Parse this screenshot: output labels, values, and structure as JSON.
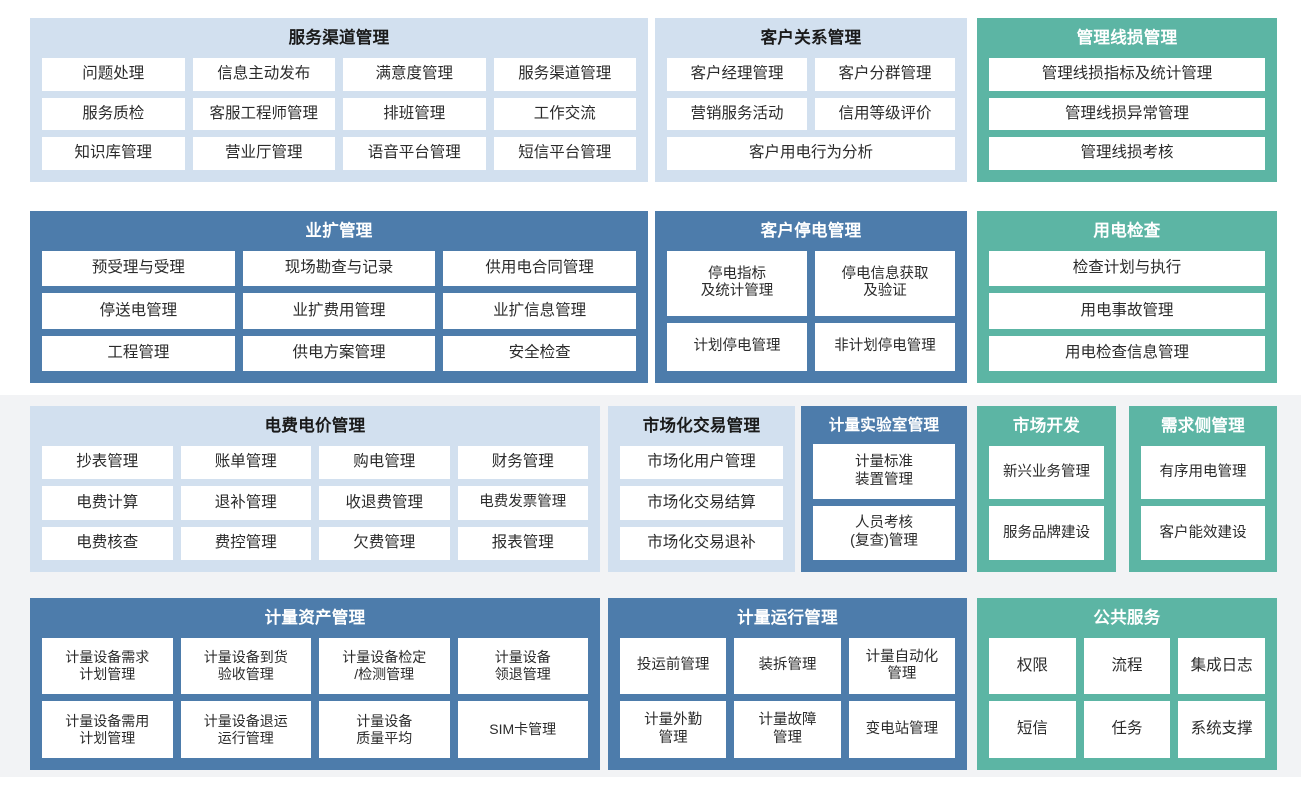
{
  "theme": {
    "page_background": "#ffffff",
    "band_background": "#f2f3f5",
    "panel_light_blue": "#d2e0ef",
    "panel_dark_blue": "#4d7cab",
    "panel_teal": "#5cb5a4",
    "cell_background": "#ffffff",
    "cell_text": "#2b2b2b",
    "title_dark_text": "#1a1a1a",
    "title_light_text": "#ffffff"
  },
  "rows": [
    {
      "name": "row-1",
      "panels": [
        {
          "id": "service-channel-management",
          "title": "服务渠道管理",
          "style": "blue-light",
          "columns": 4,
          "cells": [
            "问题处理",
            "信息主动发布",
            "满意度管理",
            "服务渠道管理",
            "服务质检",
            "客服工程师管理",
            "排班管理",
            "工作交流",
            "知识库管理",
            "营业厅管理",
            "语音平台管理",
            "短信平台管理"
          ]
        },
        {
          "id": "customer-relationship-management",
          "title": "客户关系管理",
          "style": "blue-light",
          "columns": 2,
          "cells": [
            "客户经理管理",
            "客户分群管理",
            "营销服务活动",
            "信用等级评价",
            "客户用电行为分析"
          ]
        },
        {
          "id": "management-line-loss-management",
          "title": "管理线损管理",
          "style": "teal",
          "columns": 1,
          "cells": [
            "管理线损指标及统计管理",
            "管理线损异常管理",
            "管理线损考核"
          ]
        }
      ]
    },
    {
      "name": "row-2",
      "panels": [
        {
          "id": "business-expansion-management",
          "title": "业扩管理",
          "style": "blue-dark",
          "columns": 3,
          "cells": [
            "预受理与受理",
            "现场勘查与记录",
            "供用电合同管理",
            "停送电管理",
            "业扩费用管理",
            "业扩信息管理",
            "工程管理",
            "供电方案管理",
            "安全检查"
          ]
        },
        {
          "id": "customer-outage-management",
          "title": "客户停电管理",
          "style": "blue-dark",
          "columns": 2,
          "cells": [
            "停电指标\n及统计管理",
            "停电信息获取\n及验证",
            "计划停电管理",
            "非计划停电管理"
          ]
        },
        {
          "id": "electricity-usage-inspection",
          "title": "用电检查",
          "style": "teal",
          "columns": 1,
          "cells": [
            "检查计划与执行",
            "用电事故管理",
            "用电检查信息管理"
          ]
        }
      ]
    },
    {
      "name": "row-3",
      "panels": [
        {
          "id": "electricity-fee-price-management",
          "title": "电费电价管理",
          "style": "blue-light",
          "columns": 4,
          "cells": [
            "抄表管理",
            "账单管理",
            "购电管理",
            "财务管理",
            "电费计算",
            "退补管理",
            "收退费管理",
            "电费发票管理",
            "电费核查",
            "费控管理",
            "欠费管理",
            "报表管理"
          ]
        },
        {
          "id": "market-trading-management",
          "title": "市场化交易管理",
          "style": "blue-light",
          "columns": 1,
          "cells": [
            "市场化用户管理",
            "市场化交易结算",
            "市场化交易退补"
          ]
        },
        {
          "id": "metering-laboratory-management",
          "title": "计量实验室管理",
          "style": "blue-dark",
          "columns": 1,
          "cells": [
            "计量标准\n装置管理",
            "人员考核\n(复查)管理"
          ]
        },
        {
          "id": "market-development",
          "title": "市场开发",
          "style": "teal",
          "columns": 1,
          "cells": [
            "新兴业务管理",
            "服务品牌建设"
          ]
        },
        {
          "id": "demand-side-management",
          "title": "需求侧管理",
          "style": "teal",
          "columns": 1,
          "cells": [
            "有序用电管理",
            "客户能效建设"
          ]
        }
      ]
    },
    {
      "name": "row-4",
      "panels": [
        {
          "id": "metering-asset-management",
          "title": "计量资产管理",
          "style": "blue-dark",
          "columns": 4,
          "cells": [
            "计量设备需求\n计划管理",
            "计量设备到货\n验收管理",
            "计量设备检定\n/检测管理",
            "计量设备\n领退管理",
            "计量设备需用\n计划管理",
            "计量设备退运\n运行管理",
            "计量设备\n质量平均",
            "SIM卡管理"
          ]
        },
        {
          "id": "metering-operation-management",
          "title": "计量运行管理",
          "style": "blue-dark",
          "columns": 3,
          "cells": [
            "投运前管理",
            "装拆管理",
            "计量自动化\n管理",
            "计量外勤\n管理",
            "计量故障\n管理",
            "变电站管理"
          ]
        },
        {
          "id": "public-service",
          "title": "公共服务",
          "style": "teal",
          "columns": 3,
          "cells": [
            "权限",
            "流程",
            "集成日志",
            "短信",
            "任务",
            "系统支撑"
          ]
        }
      ]
    }
  ]
}
